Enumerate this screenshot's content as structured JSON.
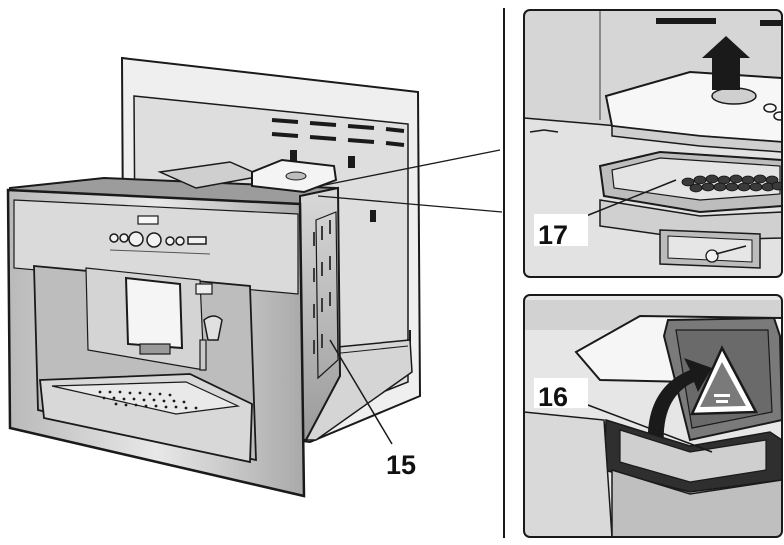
{
  "callouts": {
    "main": "15",
    "top_detail": "17",
    "bottom_detail": "16"
  },
  "icons": {
    "lift_arrow": "arrow-up-icon",
    "open_arrow": "curved-arrow-icon",
    "warning": "warning-triangle-icon"
  },
  "colors": {
    "line": "#1a1a1a",
    "steel": "#c8c8c8",
    "steel_dark": "#8e8e8e",
    "cabinet": "#e6e6e6",
    "background": "#ffffff"
  }
}
